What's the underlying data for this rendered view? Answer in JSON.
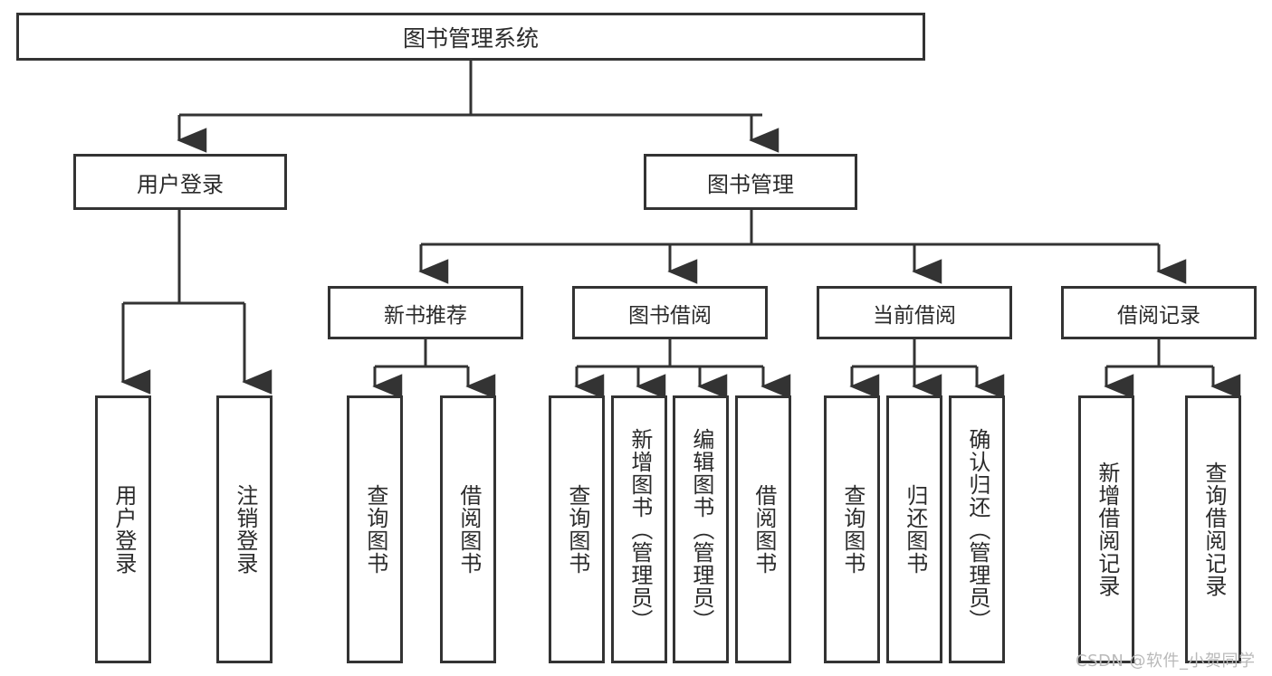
{
  "diagram": {
    "title": "图书管理系统",
    "type": "hierarchy-tree",
    "root": {
      "label": "图书管理系统"
    },
    "level2": [
      {
        "label": "用户登录"
      },
      {
        "label": "图书管理"
      }
    ],
    "level3": [
      {
        "label": "新书推荐"
      },
      {
        "label": "图书借阅"
      },
      {
        "label": "当前借阅"
      },
      {
        "label": "借阅记录"
      }
    ],
    "leaves": {
      "user_login": [
        {
          "label": "用户登录"
        },
        {
          "label": "注销登录"
        }
      ],
      "new_book_recommend": [
        {
          "label": "查询图书"
        },
        {
          "label": "借阅图书"
        }
      ],
      "book_borrow": [
        {
          "label": "查询图书"
        },
        {
          "label": "新增图书（管理员）"
        },
        {
          "label": "编辑图书（管理员）"
        },
        {
          "label": "借阅图书"
        }
      ],
      "current_borrow": [
        {
          "label": "查询图书"
        },
        {
          "label": "归还图书"
        },
        {
          "label": "确认归还（管理员）"
        }
      ],
      "borrow_record": [
        {
          "label": "新增借阅记录"
        },
        {
          "label": "查询借阅记录"
        }
      ]
    },
    "watermark": "CSDN @软件_小贺同学",
    "colors": {
      "stroke": "#333333",
      "text": "#2b2b2b",
      "background": "#ffffff",
      "watermark": "#b9b9b9"
    }
  }
}
